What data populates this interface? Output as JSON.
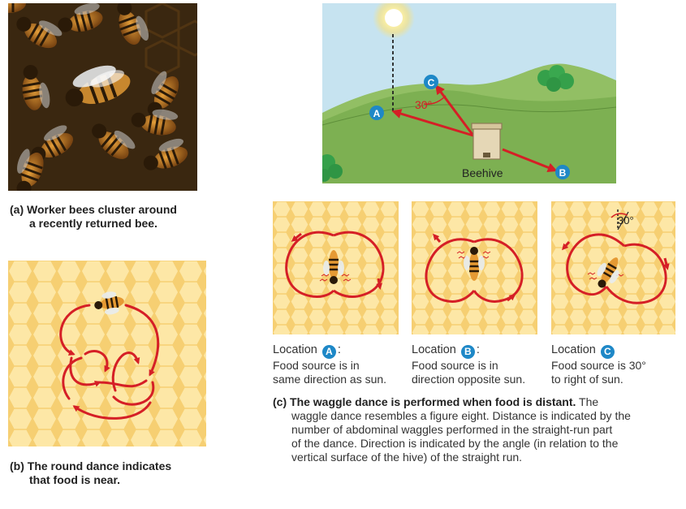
{
  "panel_a": {
    "caption_tag": "(a)",
    "caption_lines": [
      "Worker bees cluster around",
      "a recently returned bee."
    ]
  },
  "panel_b": {
    "caption_tag": "(b)",
    "caption_lines": [
      "The round dance indicates",
      "that food is near."
    ]
  },
  "scene": {
    "hive_label": "Beehive",
    "angle_label": "30°",
    "marker_a": "A",
    "marker_b": "B",
    "marker_c": "C"
  },
  "dance_c_angle_label": "30°",
  "locations": [
    {
      "word": "Location",
      "letter": "A",
      "line1": "Food source is in",
      "line2": "same direction as sun."
    },
    {
      "word": "Location",
      "letter": "B",
      "line1": "Food source is in",
      "line2": "direction opposite sun."
    },
    {
      "word": "Location",
      "letter": "C",
      "line1": "Food source is 30°",
      "line2": "to right of sun."
    }
  ],
  "panel_c": {
    "caption_tag": "(c)",
    "bold": "The waggle dance is performed when food is distant.",
    "rest_first": " The",
    "lines": [
      "waggle dance resembles a figure eight. Distance is indicated by the",
      "number of abdominal waggles performed in the straight-run part",
      "of the dance. Direction is indicated by the angle (in relation to the",
      "vertical surface of the hive) of the straight run."
    ]
  },
  "colors": {
    "arrow_red": "#d51f26",
    "honeycomb": "#fce39a",
    "marker_blue": "#1e88c7",
    "hill_green": "#86b85a",
    "sky_blue": "#c6e3f0"
  }
}
